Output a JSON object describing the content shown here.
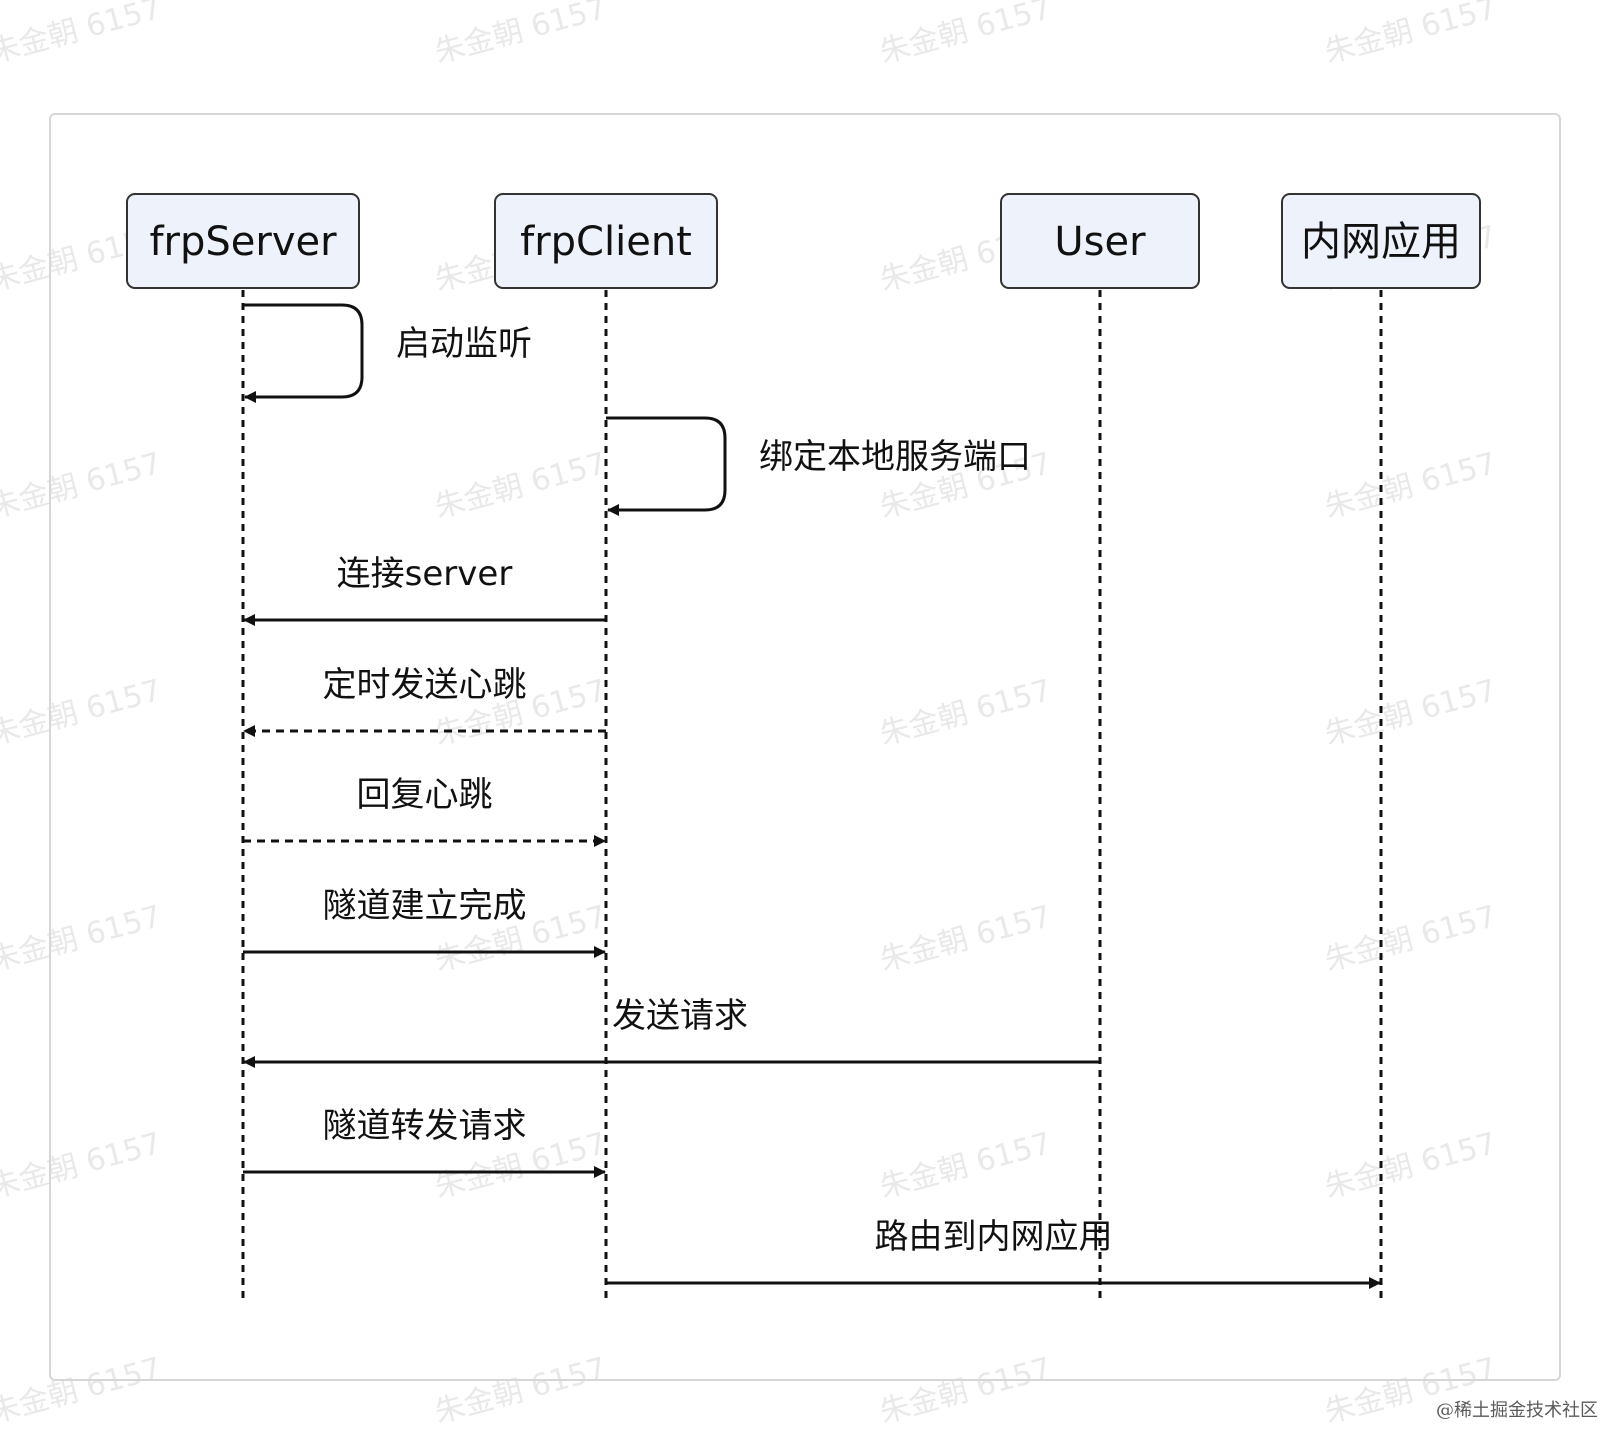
{
  "participants": [
    {
      "id": "frpServer",
      "label": "frpServer"
    },
    {
      "id": "frpClient",
      "label": "frpClient"
    },
    {
      "id": "User",
      "label": "User"
    },
    {
      "id": "intranetApp",
      "label": "内网应用"
    }
  ],
  "messages": [
    {
      "from": "frpServer",
      "to": "frpServer",
      "label": "启动监听",
      "style": "solid"
    },
    {
      "from": "frpClient",
      "to": "frpClient",
      "label": "绑定本地服务端口",
      "style": "solid"
    },
    {
      "from": "frpClient",
      "to": "frpServer",
      "label": "连接server",
      "style": "solid"
    },
    {
      "from": "frpClient",
      "to": "frpServer",
      "label": "定时发送心跳",
      "style": "dashed"
    },
    {
      "from": "frpServer",
      "to": "frpClient",
      "label": "回复心跳",
      "style": "dashed"
    },
    {
      "from": "frpServer",
      "to": "frpClient",
      "label": "隧道建立完成",
      "style": "solid"
    },
    {
      "from": "User",
      "to": "frpServer",
      "label": "发送请求",
      "style": "solid"
    },
    {
      "from": "frpServer",
      "to": "frpClient",
      "label": "隧道转发请求",
      "style": "solid"
    },
    {
      "from": "frpClient",
      "to": "intranetApp",
      "label": "路由到内网应用",
      "style": "solid"
    }
  ],
  "watermark": {
    "text": "朱金朝 6157"
  },
  "footer": {
    "text": "@稀土掘金技术社区"
  },
  "colors": {
    "participant_fill": "#eef2fa",
    "participant_stroke": "#333333",
    "line": "#111111",
    "watermark": "#e9e9e9"
  }
}
